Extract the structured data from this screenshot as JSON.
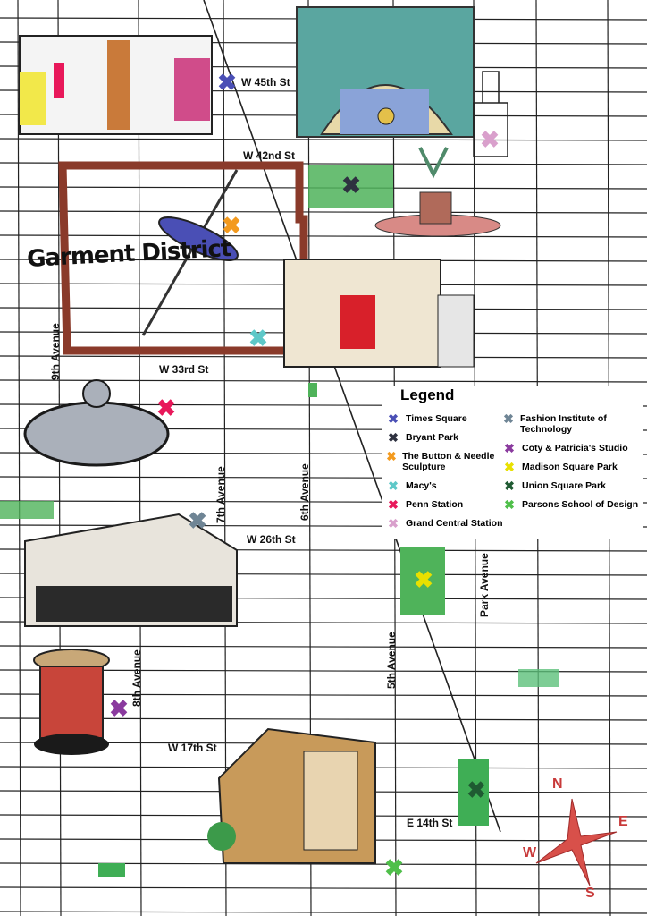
{
  "district_label": "Garment District",
  "streets": {
    "w45": "W 45th St",
    "w42": "W 42nd St",
    "w33": "W 33rd St",
    "w26": "W 26th St",
    "w17": "W 17th St",
    "e14": "E 14th St",
    "ave9": "9th Avenue",
    "ave8": "8th Avenue",
    "ave7": "7th Avenue",
    "ave6": "6th Avenue",
    "ave5": "5th Avenue",
    "park": "Park Avenue"
  },
  "legend": {
    "title": "Legend",
    "items": [
      {
        "label": "Times Square",
        "color": "#4a4fb5"
      },
      {
        "label": "Bryant Park",
        "color": "#2e3140"
      },
      {
        "label": "The Button & Needle Sculpture",
        "color": "#f39a1e"
      },
      {
        "label": "Macy's",
        "color": "#5ec8c8"
      },
      {
        "label": "Penn Station",
        "color": "#e8185a"
      },
      {
        "label": "Grand Central Station",
        "color": "#d9a0cc"
      },
      {
        "label": "Fashion Institute of Technology",
        "color": "#6f8595"
      },
      {
        "label": "Coty & Patricia's Studio",
        "color": "#8a3a9e"
      },
      {
        "label": "Madison Square Park",
        "color": "#e8e000"
      },
      {
        "label": "Union Square Park",
        "color": "#1f5a32"
      },
      {
        "label": "Parsons School of Design",
        "color": "#4fbf4a"
      }
    ]
  },
  "compass": {
    "n": "N",
    "e": "E",
    "s": "S",
    "w": "W"
  }
}
